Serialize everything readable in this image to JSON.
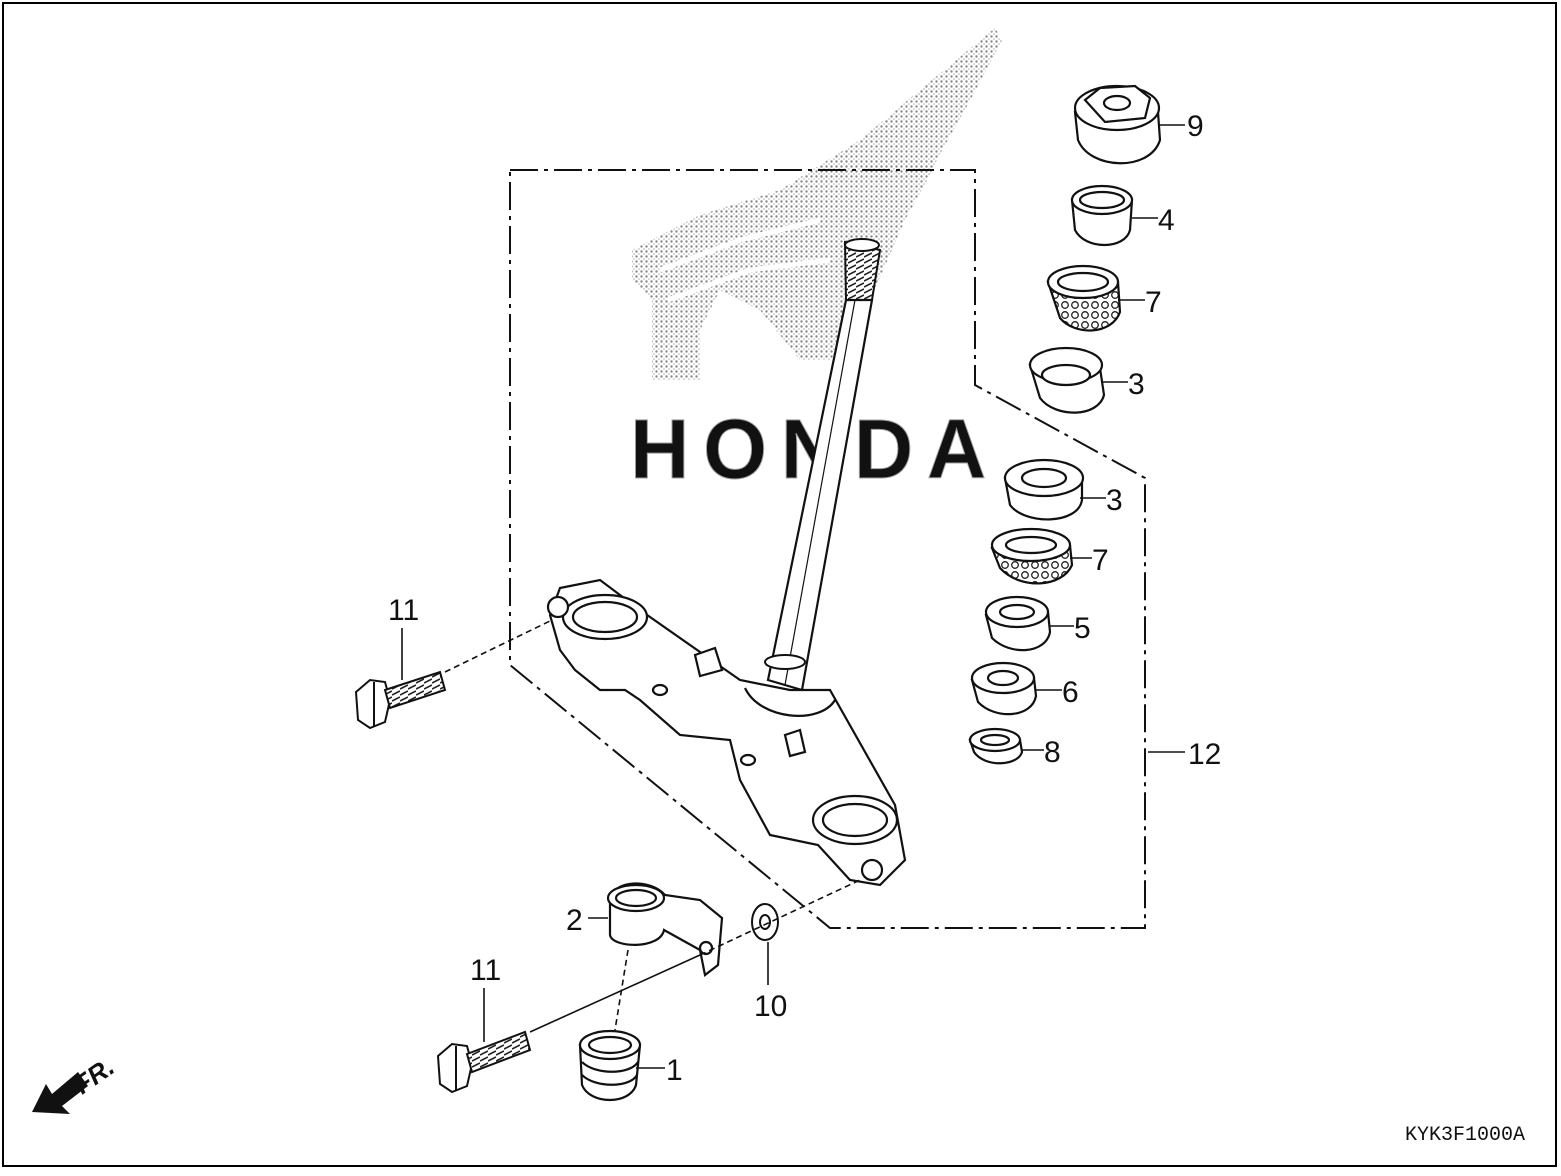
{
  "diagram": {
    "drawing_code": "KYK3F1000A",
    "watermark_brand": "HONDA",
    "front_indicator": "FR.",
    "callouts": [
      {
        "id": "1",
        "label": "1"
      },
      {
        "id": "2",
        "label": "2"
      },
      {
        "id": "3a",
        "label": "3"
      },
      {
        "id": "3b",
        "label": "3"
      },
      {
        "id": "4",
        "label": "4"
      },
      {
        "id": "5",
        "label": "5"
      },
      {
        "id": "6",
        "label": "6"
      },
      {
        "id": "7a",
        "label": "7"
      },
      {
        "id": "7b",
        "label": "7"
      },
      {
        "id": "8",
        "label": "8"
      },
      {
        "id": "9",
        "label": "9"
      },
      {
        "id": "10",
        "label": "10"
      },
      {
        "id": "11a",
        "label": "11"
      },
      {
        "id": "11b",
        "label": "11"
      },
      {
        "id": "12",
        "label": "12"
      }
    ]
  },
  "colors": {
    "ink": "#111111",
    "watermark": "#9a9a9a",
    "background": "#ffffff"
  }
}
